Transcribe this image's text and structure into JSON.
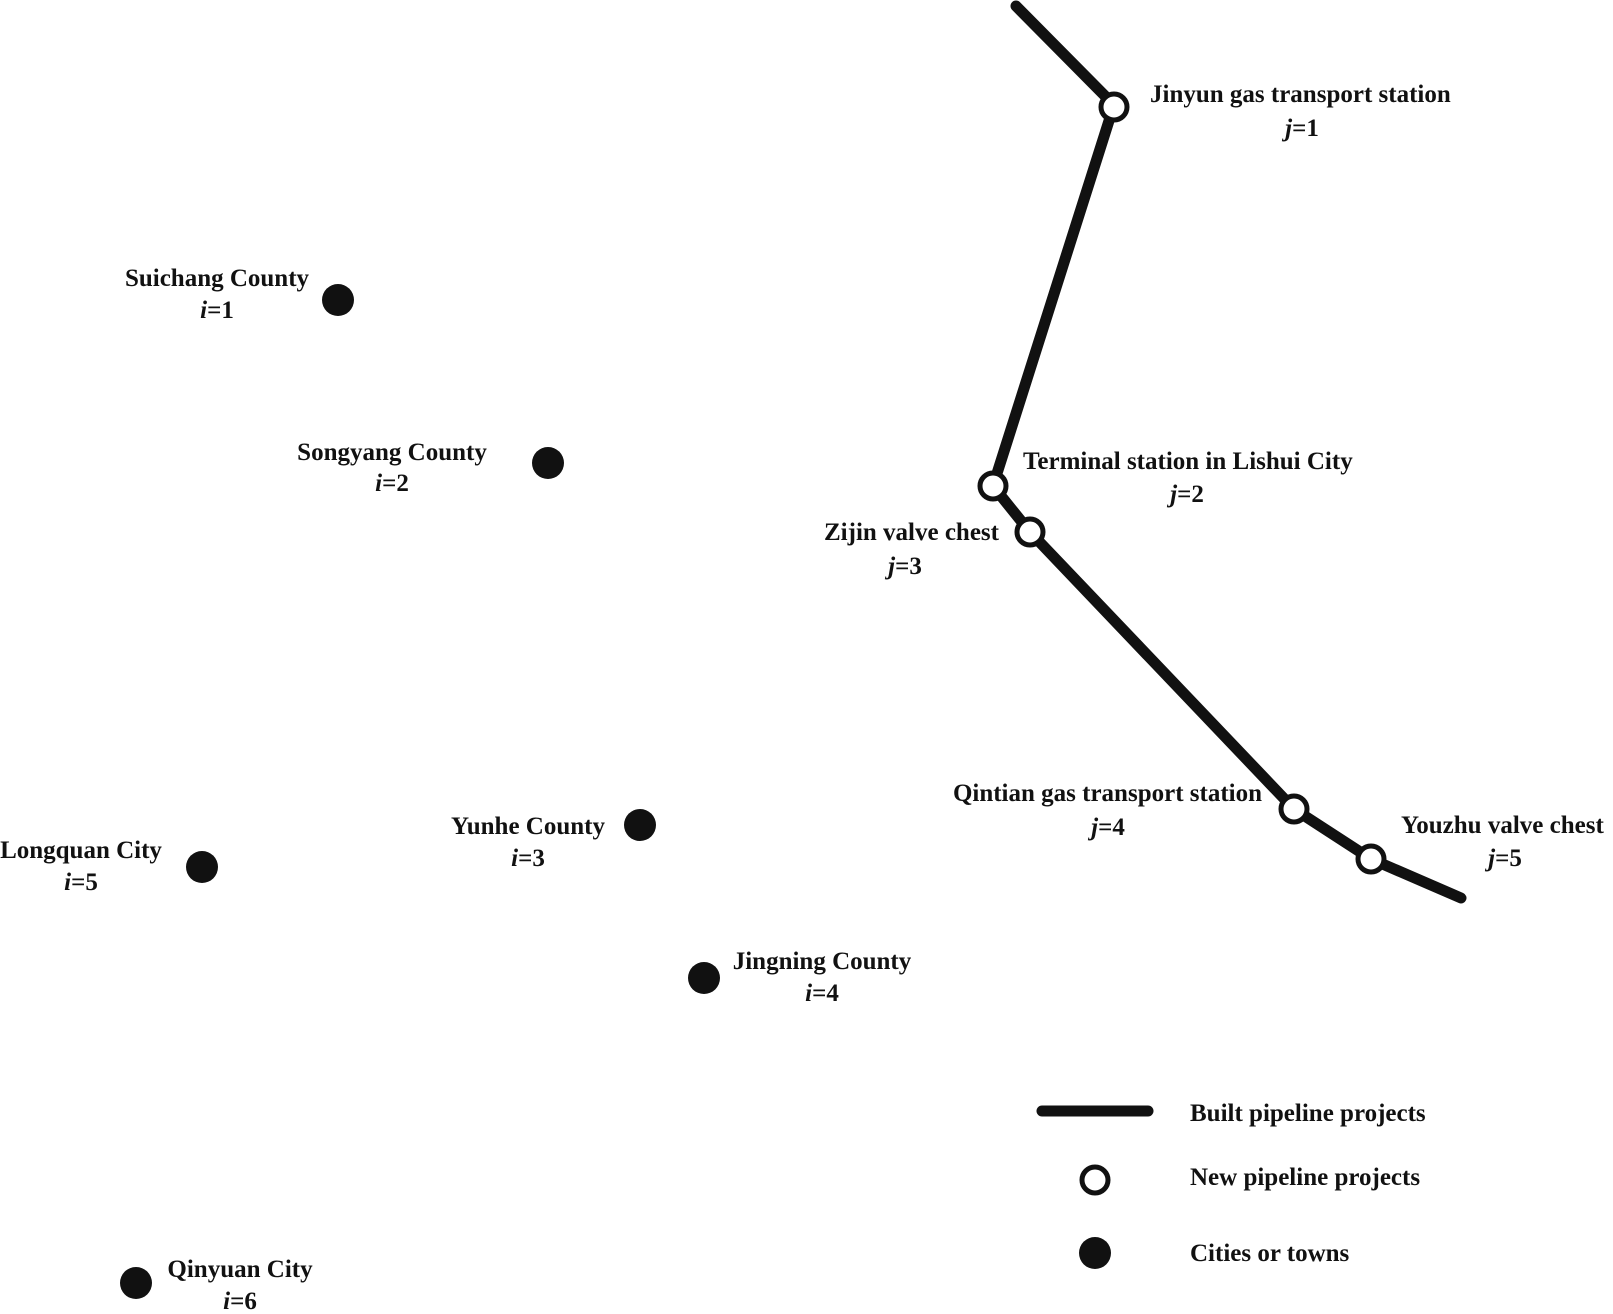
{
  "colors": {
    "ink": "#111111",
    "background": "#ffffff"
  },
  "pipeline": {
    "stations": [
      {
        "name": "Jinyun gas transport station",
        "index_var": "j",
        "index_val": "=1"
      },
      {
        "name": "Terminal station in Lishui City",
        "index_var": "j",
        "index_val": "=2"
      },
      {
        "name": "Zijin valve chest",
        "index_var": "j",
        "index_val": "=3"
      },
      {
        "name": "Qintian gas transport station",
        "index_var": "j",
        "index_val": "=4"
      },
      {
        "name": "Youzhu valve chest",
        "index_var": "j",
        "index_val": "=5"
      }
    ]
  },
  "cities": [
    {
      "name": "Suichang County",
      "index_var": "i",
      "index_val": "=1"
    },
    {
      "name": "Songyang County",
      "index_var": "i",
      "index_val": "=2"
    },
    {
      "name": "Yunhe County",
      "index_var": "i",
      "index_val": "=3"
    },
    {
      "name": "Jingning County",
      "index_var": "i",
      "index_val": "=4"
    },
    {
      "name": "Longquan City",
      "index_var": "i",
      "index_val": "=5"
    },
    {
      "name": "Qinyuan City",
      "index_var": "i",
      "index_val": "=6"
    }
  ],
  "legend": {
    "items": [
      {
        "label": "Built pipeline projects",
        "symbol": "thick-line"
      },
      {
        "label": "New pipeline projects",
        "symbol": "open-circle"
      },
      {
        "label": "Cities or towns",
        "symbol": "filled-circle"
      }
    ]
  }
}
